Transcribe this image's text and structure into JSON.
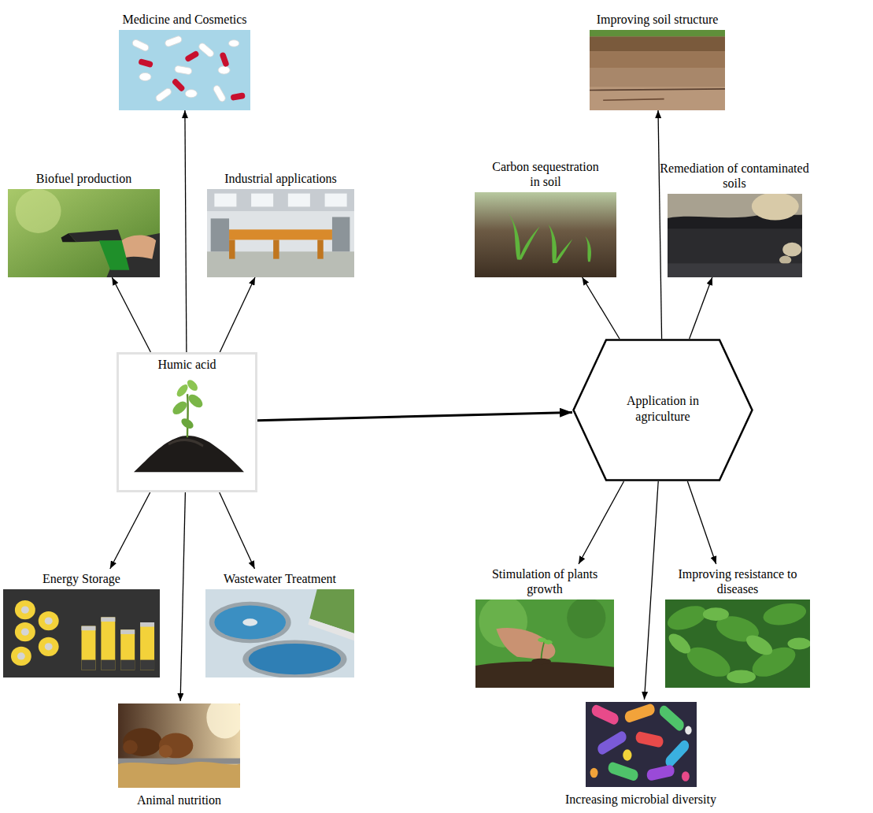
{
  "diagram": {
    "nodes": [
      {
        "text": [
          "Medicine and Cosmetics"
        ]
      },
      {
        "text": [
          "Improving soil structure"
        ]
      },
      {
        "text": [
          "Biofuel production"
        ]
      },
      {
        "text": [
          "Industrial applications"
        ]
      },
      {
        "text": [
          "Carbon sequestration in soil"
        ]
      },
      {
        "text": [
          "Remediation of contaminated soils"
        ]
      },
      {
        "text": [
          "Humic acid"
        ]
      },
      {
        "text": [
          "Application in agriculture"
        ]
      },
      {
        "text": [
          "Energy Storage"
        ]
      },
      {
        "text": [
          "Wastewater Treatment"
        ]
      },
      {
        "text": [
          "Stimulation of plants growth"
        ]
      },
      {
        "text": [
          "Improving resistance to diseases"
        ]
      },
      {
        "text": [
          "Animal nutrition"
        ]
      },
      {
        "text": [
          "Increasing microbial diversity"
        ]
      }
    ],
    "edges": [
      {
        "from": 6,
        "to": 0,
        "arrow": "to"
      },
      {
        "from": 6,
        "to": 2,
        "arrow": "to"
      },
      {
        "from": 6,
        "to": 3,
        "arrow": "to"
      },
      {
        "from": 6,
        "to": 7,
        "arrow": "to"
      },
      {
        "from": 6,
        "to": 8,
        "arrow": "to"
      },
      {
        "from": 6,
        "to": 9,
        "arrow": "to"
      },
      {
        "from": 6,
        "to": 12,
        "arrow": "to"
      },
      {
        "from": 7,
        "to": 1,
        "arrow": "to"
      },
      {
        "from": 7,
        "to": 4,
        "arrow": "to"
      },
      {
        "from": 7,
        "to": 5,
        "arrow": "to"
      },
      {
        "from": 7,
        "to": 10,
        "arrow": "to"
      },
      {
        "from": 7,
        "to": 11,
        "arrow": "to"
      },
      {
        "from": 7,
        "to": 13,
        "arrow": "to"
      }
    ]
  }
}
